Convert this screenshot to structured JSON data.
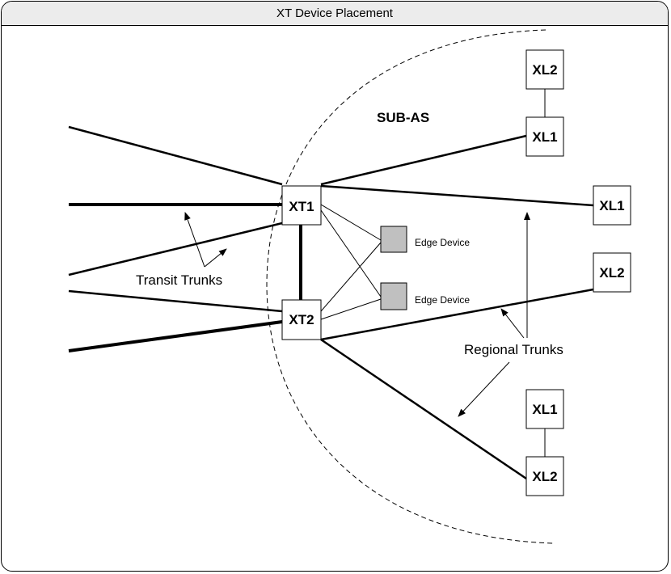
{
  "window": {
    "title": "XT Device Placement"
  },
  "diagram": {
    "region_label": "SUB-AS",
    "nodes": {
      "xt1": "XT1",
      "xt2": "XT2",
      "xl2_top": "XL2",
      "xl1_top": "XL1",
      "xl1_mid": "XL1",
      "xl2_mid": "XL2",
      "xl1_bottom": "XL1",
      "xl2_bottom": "XL2"
    },
    "edge_devices": [
      "Edge Device",
      "Edge Device"
    ],
    "annotations": {
      "transit": "Transit Trunks",
      "regional": "Regional Trunks"
    }
  },
  "colors": {
    "edge_device_fill": "#c0c0c0",
    "line": "#000000",
    "title_bar": "#ececec"
  }
}
